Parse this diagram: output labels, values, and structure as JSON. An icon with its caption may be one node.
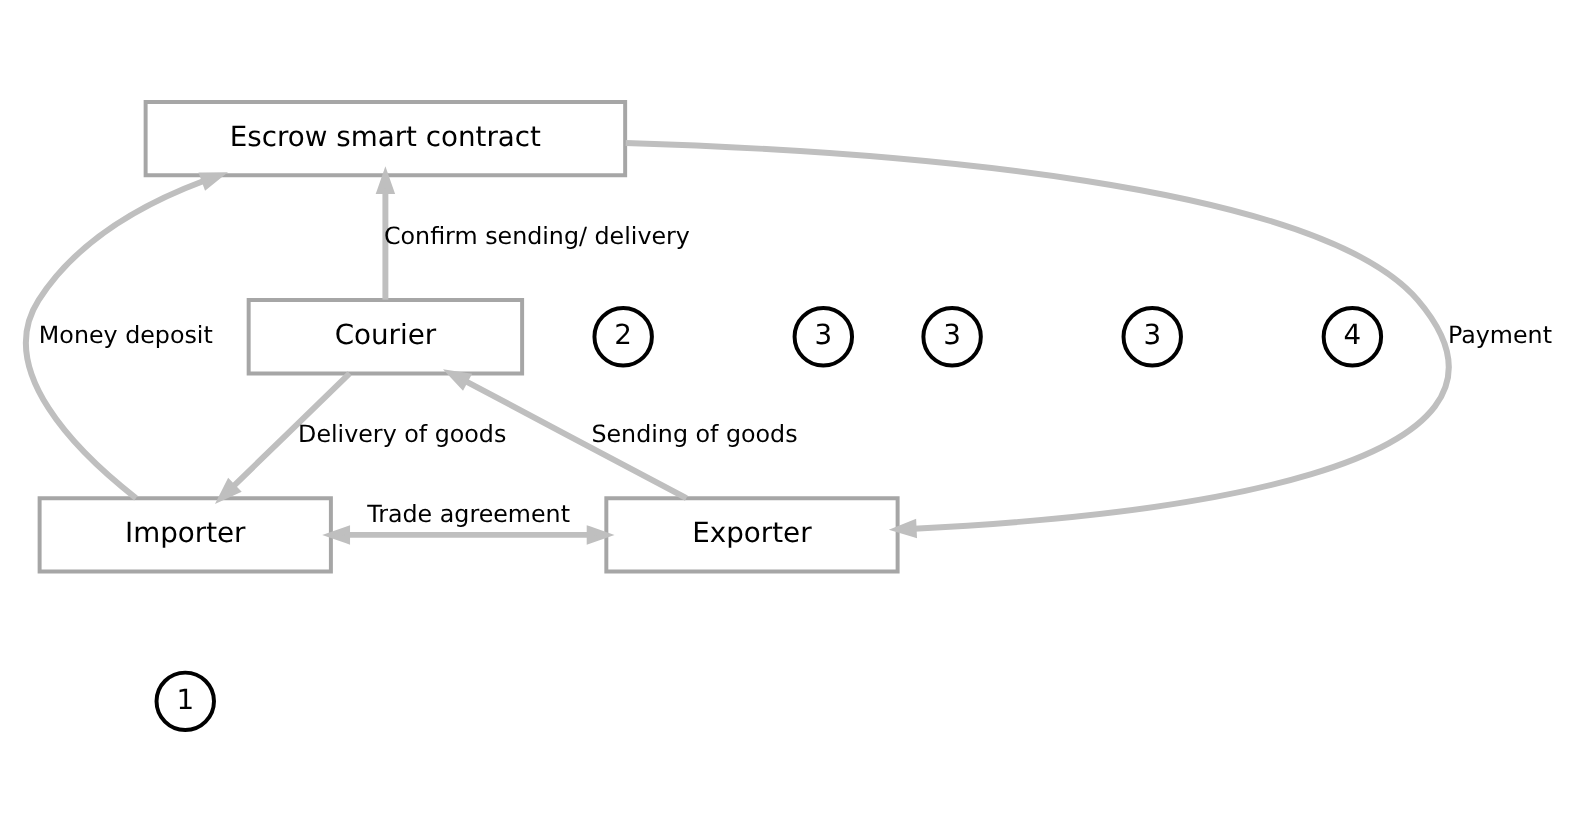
{
  "diagram": {
    "nodes": [
      {
        "text": [
          "Escrow smart contract"
        ]
      },
      {
        "text": [
          "2"
        ]
      },
      {
        "text": [
          "3"
        ]
      },
      {
        "text": [
          "4"
        ]
      },
      {
        "text": [
          "Courier"
        ]
      },
      {
        "text": [
          "3"
        ]
      },
      {
        "text": [
          "3"
        ]
      },
      {
        "text": [
          "Importer"
        ]
      },
      {
        "text": [
          "Exporter"
        ]
      },
      {
        "text": [
          "1"
        ]
      }
    ],
    "edges": [
      {
        "from": 7,
        "to": 0,
        "arrow": "to",
        "label": "Money deposit"
      },
      {
        "from": 0,
        "to": 8,
        "arrow": "to",
        "label": "Payment"
      },
      {
        "from": 4,
        "to": 0,
        "arrow": "to",
        "label": "Confirm sending/ delivery"
      },
      {
        "from": 4,
        "to": 7,
        "arrow": "to",
        "label": "Delivery of goods"
      },
      {
        "from": 8,
        "to": 4,
        "arrow": "to",
        "label": "Sending of goods"
      },
      {
        "from": 7,
        "to": 8,
        "arrow": "both",
        "label": "Trade agreement"
      }
    ]
  }
}
